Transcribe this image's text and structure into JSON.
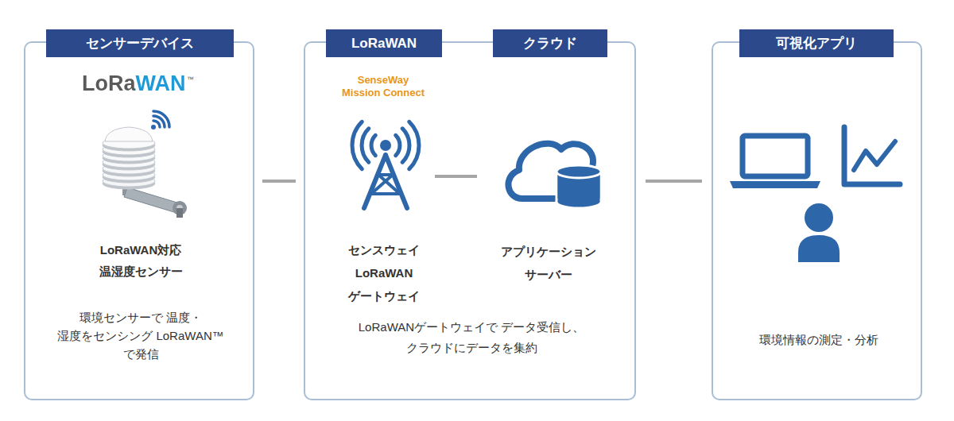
{
  "diagram": {
    "nodes": [
      {
        "text": [
          "センサーデバイス",
          "LoRaWAN対応 温湿度センサー",
          "環境センサーで 温度・湿度をセンシング LoRaWAN™で発信"
        ]
      },
      {
        "text": [
          "LoRaWAN",
          "クラウド",
          "LoRaWANゲートウェイで データ受信し、クラウドにデータを集約"
        ]
      },
      {
        "text": [
          "センスウェイ LoRaWAN ゲートウェイ"
        ],
        "in": 1
      },
      {
        "text": [
          "アプリケーション サーバー"
        ],
        "in": 1
      },
      {
        "text": [
          "可視化アプリ",
          "環境情報の測定・分析"
        ]
      }
    ],
    "edges": [
      {
        "from": 0,
        "to": 1,
        "arrow": "none"
      },
      {
        "from": 2,
        "to": 3,
        "arrow": "none"
      },
      {
        "from": 1,
        "to": 4,
        "arrow": "none"
      }
    ],
    "labels": [
      "LoRaWAN",
      "™",
      "SenseWay Mission Connect"
    ]
  }
}
